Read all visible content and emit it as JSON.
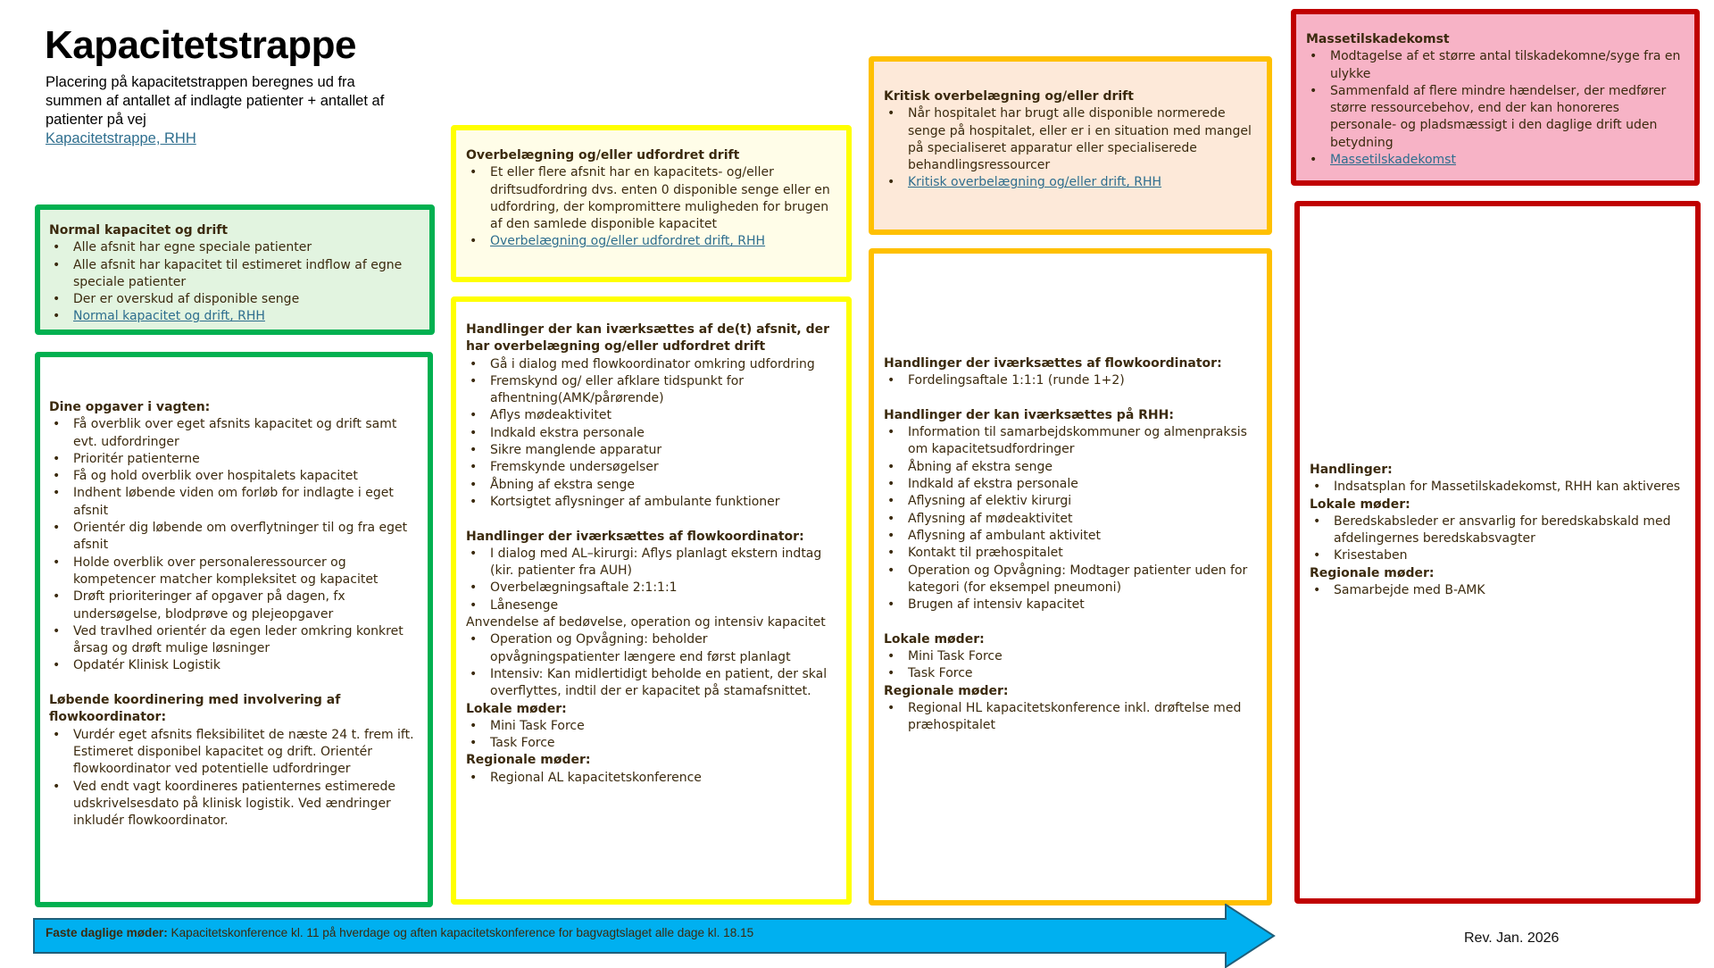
{
  "header": {
    "title": "Kapacitetstrappe",
    "subtitle": "Placering på kapacitetstrappen beregnes ud fra summen af antallet af indlagte patienter + antallet af patienter på vej",
    "link": "Kapacitetstrappe, RHH"
  },
  "colors": {
    "green": "#00b050",
    "yellow": "#ffff00",
    "orange": "#ffc000",
    "red": "#c00000",
    "arrow": "#00b0f0"
  },
  "boxes": {
    "green1": [
      {
        "type": "heading",
        "text": "Normal kapacitet og drift"
      },
      {
        "type": "list",
        "items": [
          {
            "text": "Alle afsnit har egne speciale patienter"
          },
          {
            "text": "Alle afsnit har kapacitet til estimeret indflow af egne speciale patienter"
          },
          {
            "text": "Der er overskud af disponible senge"
          },
          {
            "text": " Normal kapacitet og drift, RHH",
            "link": true
          }
        ]
      }
    ],
    "green2": [
      {
        "type": "heading",
        "text": "Dine opgaver i vagten:"
      },
      {
        "type": "list",
        "items": [
          {
            "text": "Få overblik over eget afsnits kapacitet og drift samt evt. udfordringer"
          },
          {
            "text": "Prioritér patienterne"
          },
          {
            "text": "Få og hold overblik over hospitalets kapacitet"
          },
          {
            "text": "Indhent løbende viden om forløb for indlagte i eget afsnit"
          },
          {
            "text": "Orientér dig løbende om overflytninger til og fra eget afsnit"
          },
          {
            "text": "Holde overblik over personaleressourcer og kompetencer matcher kompleksitet og kapacitet"
          },
          {
            "text": "Drøft prioriteringer af opgaver på dagen, fx undersøgelse, blodprøve og plejeopgaver"
          },
          {
            "text": "Ved travlhed orientér da egen leder omkring konkret årsag og drøft mulige løsninger"
          },
          {
            "text": "Opdatér Klinisk Logistik"
          }
        ]
      },
      {
        "type": "spacer"
      },
      {
        "type": "heading",
        "text": "Løbende koordinering med involvering af flowkoordinator:"
      },
      {
        "type": "list",
        "items": [
          {
            "text": "Vurdér eget afsnits fleksibilitet de næste 24 t. frem ift. Estimeret disponibel kapacitet og drift. Orientér flowkoordinator ved potentielle udfordringer"
          },
          {
            "text": "Ved endt vagt koordineres patienternes estimerede udskrivelsesdato på klinisk logistik. Ved ændringer inkludér flowkoordinator."
          }
        ]
      }
    ],
    "yellow1": [
      {
        "type": "heading",
        "text": "Overbelægning og/eller udfordret drift"
      },
      {
        "type": "list",
        "items": [
          {
            "text": "Et eller flere afsnit har en kapacitets- og/eller driftsudfordring dvs. enten 0 disponible senge eller en udfordring, der kompromittere muligheden for brugen af den samlede disponible kapacitet"
          },
          {
            "text": "Overbelægning og/eller udfordret drift, RHH",
            "link": true
          }
        ]
      }
    ],
    "yellow2": [
      {
        "type": "heading",
        "text": "Handlinger der kan iværksættes af de(t) afsnit, der har overbelægning og/eller udfordret drift"
      },
      {
        "type": "list",
        "items": [
          {
            "text": "Gå i dialog med flowkoordinator omkring udfordring"
          },
          {
            "text": "Fremskynd og/ eller afklare tidspunkt for afhentning(AMK/pårørende)"
          },
          {
            "text": "Aflys mødeaktivitet"
          },
          {
            "text": "Indkald ekstra personale"
          },
          {
            "text": "Sikre manglende apparatur"
          },
          {
            "text": "Fremskynde undersøgelser"
          },
          {
            "text": "Åbning af ekstra senge"
          },
          {
            "text": "Kortsigtet aflysninger af ambulante funktioner"
          }
        ]
      },
      {
        "type": "spacer"
      },
      {
        "type": "heading",
        "text": "Handlinger der iværksættes af flowkoordinator:"
      },
      {
        "type": "list",
        "items": [
          {
            "text": "I dialog med AL–kirurgi: Aflys planlagt ekstern indtag (kir. patienter fra AUH)"
          },
          {
            "text": "Overbelægningsaftale 2:1:1:1"
          },
          {
            "text": "Lånesenge"
          }
        ]
      },
      {
        "type": "text",
        "text": "Anvendelse af bedøvelse, operation og intensiv kapacitet"
      },
      {
        "type": "list",
        "items": [
          {
            "text": "Operation og Opvågning: beholder opvågningspatienter længere end først planlagt"
          },
          {
            "text": "Intensiv: Kan midlertidigt beholde en patient, der skal overflyttes, indtil der er kapacitet på stamafsnittet."
          }
        ]
      },
      {
        "type": "heading",
        "text": "Lokale møder:"
      },
      {
        "type": "list",
        "items": [
          {
            "text": "Mini Task Force"
          },
          {
            "text": "Task Force"
          }
        ]
      },
      {
        "type": "heading",
        "text": "Regionale møder:"
      },
      {
        "type": "list",
        "items": [
          {
            "text": "Regional AL kapacitetskonference"
          }
        ]
      }
    ],
    "orange1": [
      {
        "type": "heading",
        "text": "Kritisk overbelægning og/eller drift"
      },
      {
        "type": "list",
        "items": [
          {
            "text": "Når hospitalet har brugt alle disponible normerede senge på hospitalet, eller er i en situation med mangel på specialiseret apparatur eller specialiserede behandlingsressourcer"
          },
          {
            "text": "Kritisk overbelægning og/eller drift, RHH",
            "link": true
          }
        ]
      }
    ],
    "orange2": [
      {
        "type": "heading",
        "text": "Handlinger der iværksættes af flowkoordinator:"
      },
      {
        "type": "list",
        "items": [
          {
            "text": "Fordelingsaftale 1:1:1 (runde 1+2)"
          }
        ]
      },
      {
        "type": "spacer"
      },
      {
        "type": "heading",
        "text": "Handlinger der kan iværksættes på RHH:"
      },
      {
        "type": "list",
        "items": [
          {
            "text": "Information til samarbejdskommuner og almenpraksis om kapacitetsudfordringer"
          },
          {
            "text": "Åbning af ekstra senge"
          },
          {
            "text": "Indkald af ekstra personale"
          },
          {
            "text": "Aflysning af elektiv kirurgi"
          },
          {
            "text": "Aflysning af mødeaktivitet"
          },
          {
            "text": "Aflysning af ambulant aktivitet"
          },
          {
            "text": "Kontakt til præhospitalet"
          },
          {
            "text": "Operation og Opvågning: Modtager patienter uden for kategori (for eksempel pneumoni)"
          },
          {
            "text": "Brugen af intensiv kapacitet"
          }
        ]
      },
      {
        "type": "spacer"
      },
      {
        "type": "heading",
        "text": "Lokale møder:"
      },
      {
        "type": "list",
        "items": [
          {
            "text": "Mini Task Force"
          },
          {
            "text": "Task Force"
          }
        ]
      },
      {
        "type": "heading",
        "text": "Regionale møder:"
      },
      {
        "type": "list",
        "items": [
          {
            "text": "Regional HL kapacitetskonference inkl. drøftelse med præhospitalet"
          }
        ]
      }
    ],
    "pink": [
      {
        "type": "heading",
        "text": "Massetilskadekomst"
      },
      {
        "type": "list",
        "items": [
          {
            "text": "Modtagelse af et større antal tilskadekomne/syge fra en ulykke"
          },
          {
            "text": "Sammenfald af flere mindre hændelser, der medfører større ressourcebehov, end der kan honoreres personale- og pladsmæssigt i den daglige drift uden betydning"
          },
          {
            "text": "Massetilskadekomst",
            "link": true
          }
        ]
      }
    ],
    "red2": [
      {
        "type": "heading",
        "text": "Handlinger:"
      },
      {
        "type": "list",
        "items": [
          {
            "text": "Indsatsplan for Massetilskadekomst, RHH kan aktiveres"
          }
        ]
      },
      {
        "type": "heading",
        "text": "Lokale møder:"
      },
      {
        "type": "list",
        "items": [
          {
            "text": "Beredskabsleder er ansvarlig for beredskabskald med afdelingernes beredskabsvagter"
          },
          {
            "text": "Krisestaben"
          }
        ]
      },
      {
        "type": "heading",
        "text": "Regionale møder:"
      },
      {
        "type": "list",
        "items": [
          {
            "text": "Samarbejde med B-AMK"
          }
        ]
      }
    ]
  },
  "footer": {
    "arrow_label": "Faste daglige møder:",
    "arrow_text": " Kapacitetskonference kl. 11 på hverdage og aften kapacitetskonference for bagvagtslaget alle dage kl. 18.15",
    "revision": "Rev. Jan. 2026"
  }
}
